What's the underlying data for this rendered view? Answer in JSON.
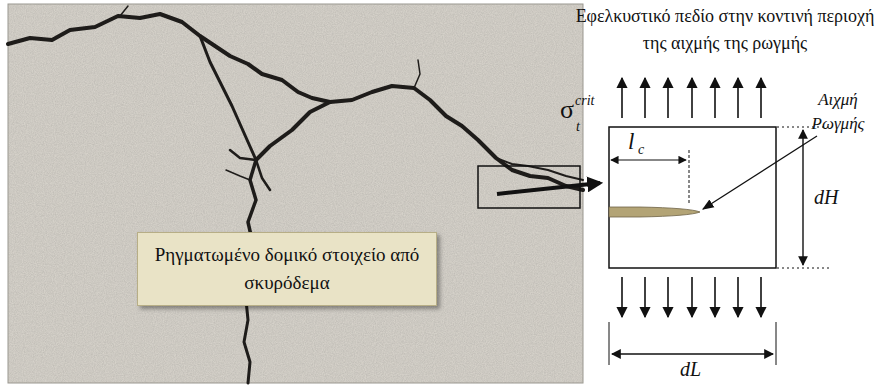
{
  "diagram": {
    "title": "Εφελκυστικό πεδίο στην κοντινή περιοχή της αιχμής της ρωγμής",
    "nodes": [
      {
        "text": [
          "Ρηγματωμένο δομικό στοιχείο από σκυρόδεμα"
        ]
      }
    ],
    "labels": [
      "σ",
      "t",
      "crit",
      "Αιχμή Ρωγμής",
      "l",
      "c",
      "dH",
      "dL"
    ]
  }
}
